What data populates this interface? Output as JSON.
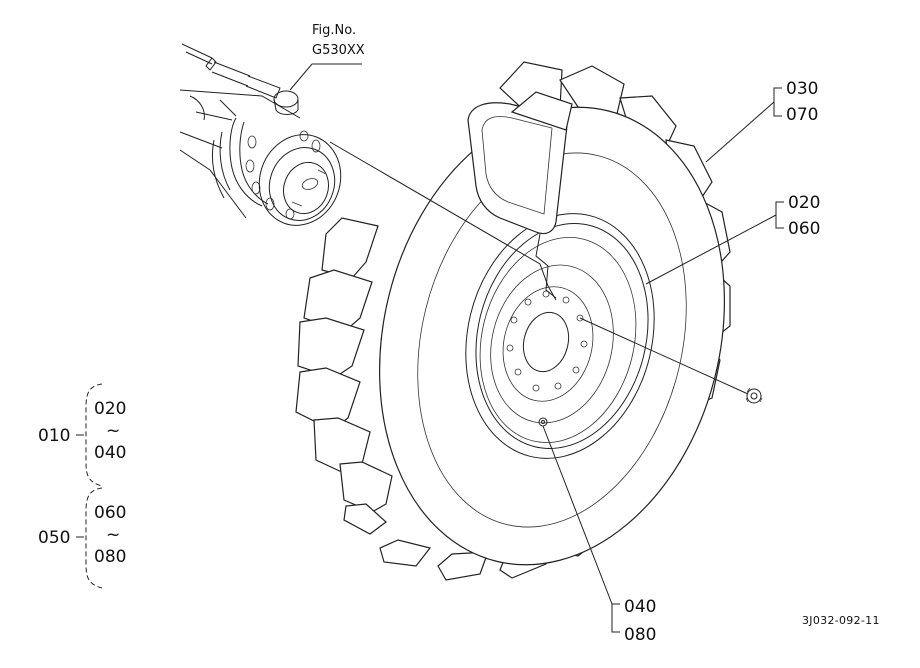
{
  "figure": {
    "fig_no_label": "Fig.No.",
    "fig_no_value": "G530XX",
    "drawing_code": "3J032-092-11"
  },
  "callouts": {
    "c030": "030",
    "c070": "070",
    "c020": "020",
    "c060": "060",
    "c040": "040",
    "c080": "080"
  },
  "assemblies": [
    {
      "parent": "010",
      "from": "020",
      "tilde": "~",
      "to": "040"
    },
    {
      "parent": "050",
      "from": "060",
      "tilde": "~",
      "to": "080"
    }
  ]
}
